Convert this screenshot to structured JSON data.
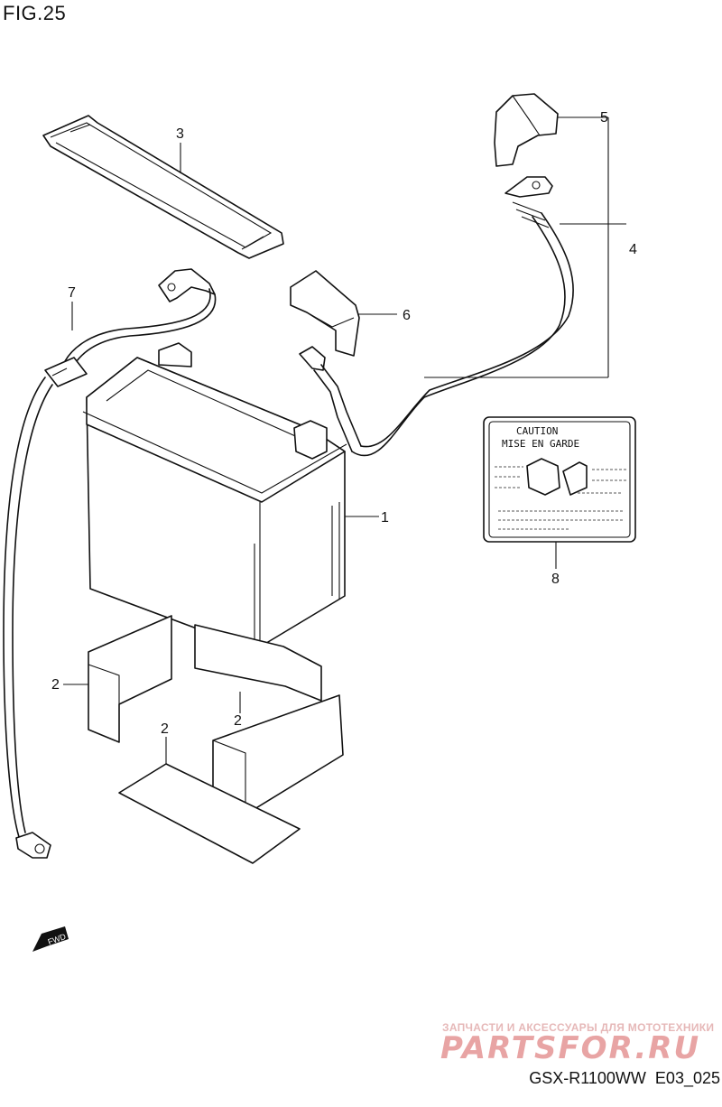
{
  "figure": {
    "title": "FIG.25"
  },
  "callouts": {
    "p1": "1",
    "p2a": "2",
    "p2b": "2",
    "p2c": "2",
    "p3": "3",
    "p4": "4",
    "p5": "5",
    "p6": "6",
    "p7": "7",
    "p8": "8"
  },
  "caution_label": {
    "line1": "CAUTION",
    "line2": "MISE EN GARDE"
  },
  "fwd_arrow": {
    "text": "FWD"
  },
  "watermark": {
    "tagline": "ЗАПЧАСТИ И АКСЕССУАРЫ ДЛЯ МОТОТЕХНИКИ",
    "logo": "PARTSFOR.RU",
    "color": "#e8a4a4"
  },
  "footer": {
    "model": "GSX-R1100WW",
    "code": "E03_025"
  }
}
